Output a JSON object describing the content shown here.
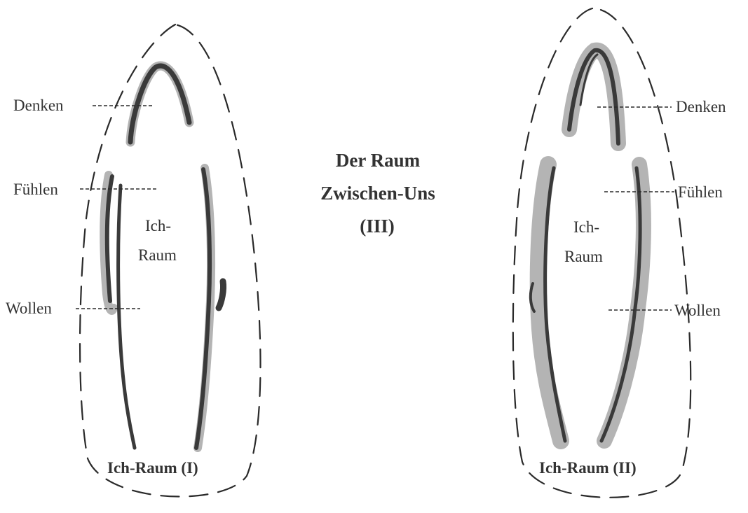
{
  "title": {
    "line1": "Der Raum",
    "line2": "Zwischen-Uns",
    "line3": "(III)"
  },
  "left_figure": {
    "caption": "Ich-Raum (I)",
    "inner_label_1": "Ich-",
    "inner_label_2": "Raum",
    "labels": {
      "thinking": "Denken",
      "feeling": "Fühlen",
      "willing": "Wollen"
    }
  },
  "right_figure": {
    "caption": "Ich-Raum (II)",
    "inner_label_1": "Ich-",
    "inner_label_2": "Raum",
    "labels": {
      "thinking": "Denken",
      "feeling": "Fühlen",
      "willing": "Wollen"
    }
  }
}
